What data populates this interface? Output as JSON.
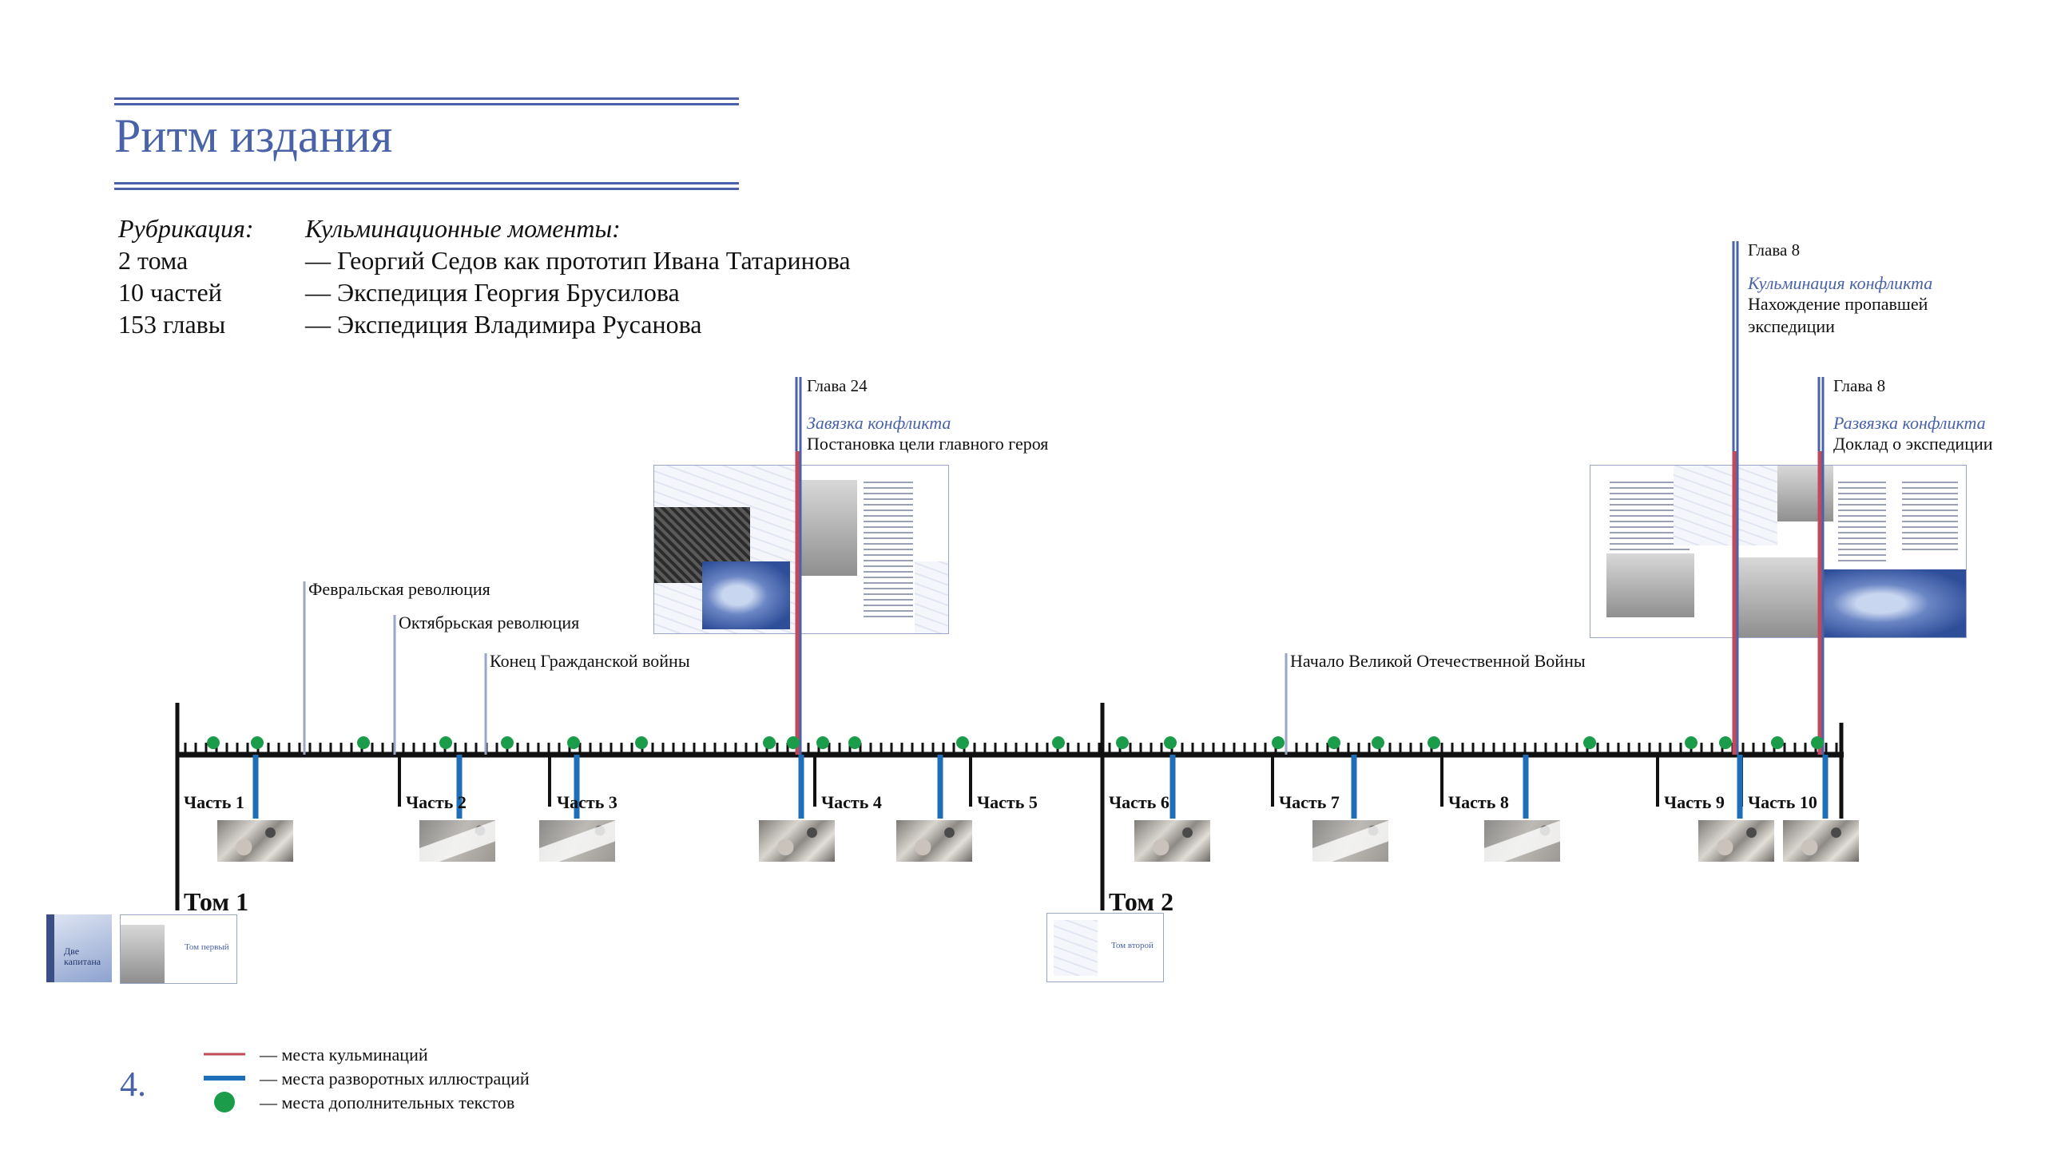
{
  "title": "Ритм издания",
  "header": {
    "rubrication_label": "Рубрикация:",
    "rubrication_items": [
      "2 тома",
      "10 частей",
      "153 главы"
    ],
    "culmination_label": "Кульминационные моменты:",
    "culmination_items": [
      "— Георгий Седов как прототип Ивана Татаринова",
      "— Экспедиция Георгия Брусилова",
      "— Экспедиция Владимира Русанова"
    ]
  },
  "page_number": "4.",
  "colors": {
    "accent": "#4a63a8",
    "culmination": "#c04a5a",
    "illustration": "#1f6fb8",
    "extra_text": "#1a9c4a",
    "event_line": "#9aa6c8"
  },
  "legend": [
    {
      "label": "— места кульминаций"
    },
    {
      "label": "— места разворотных иллюстраций"
    },
    {
      "label": "— места дополнительных текстов"
    }
  ],
  "volumes": [
    {
      "label": "Том 1"
    },
    {
      "label": "Том 2"
    }
  ],
  "parts": [
    {
      "label": "Часть 1"
    },
    {
      "label": "Часть 2"
    },
    {
      "label": "Часть 3"
    },
    {
      "label": "Часть 4"
    },
    {
      "label": "Часть 5"
    },
    {
      "label": "Часть 6"
    },
    {
      "label": "Часть 7"
    },
    {
      "label": "Часть 8"
    },
    {
      "label": "Часть 9"
    },
    {
      "label": "Часть 10"
    }
  ],
  "events": [
    {
      "label": "Февральская революция"
    },
    {
      "label": "Октябрьская революция"
    },
    {
      "label": "Конец Гражданской войны"
    },
    {
      "label": "Начало Великой Отечественной Войны"
    }
  ],
  "culminations": [
    {
      "chapter": "Глава 24",
      "type": "Завязка конфликта",
      "desc": [
        "Постановка цели главного героя"
      ]
    },
    {
      "chapter": "Глава 8",
      "type": "Кульминация конфликта",
      "desc": [
        "Нахождение пропавшей",
        "экспедиции"
      ]
    },
    {
      "chapter": "Глава 8",
      "type": "Развязка конфликта",
      "desc": [
        "Доклад о экспедиции"
      ]
    }
  ],
  "thumbnails": [
    {
      "caption": "Две капитана"
    },
    {
      "caption": "Том первый"
    },
    {
      "caption": "Том второй"
    }
  ]
}
